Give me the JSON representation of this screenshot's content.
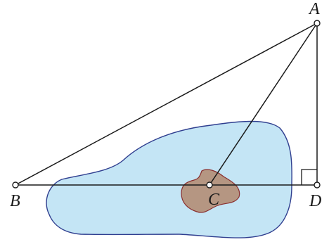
{
  "points": {
    "A": "A",
    "B": "B",
    "C": "C",
    "D": "D"
  },
  "colors": {
    "lake_fill": "#c4e5f5",
    "lake_stroke": "#2f3e8f",
    "island_fill": "#b59682",
    "island_stroke": "#8a2f2f",
    "line": "#1a1a1a",
    "point_fill": "#ffffff"
  }
}
